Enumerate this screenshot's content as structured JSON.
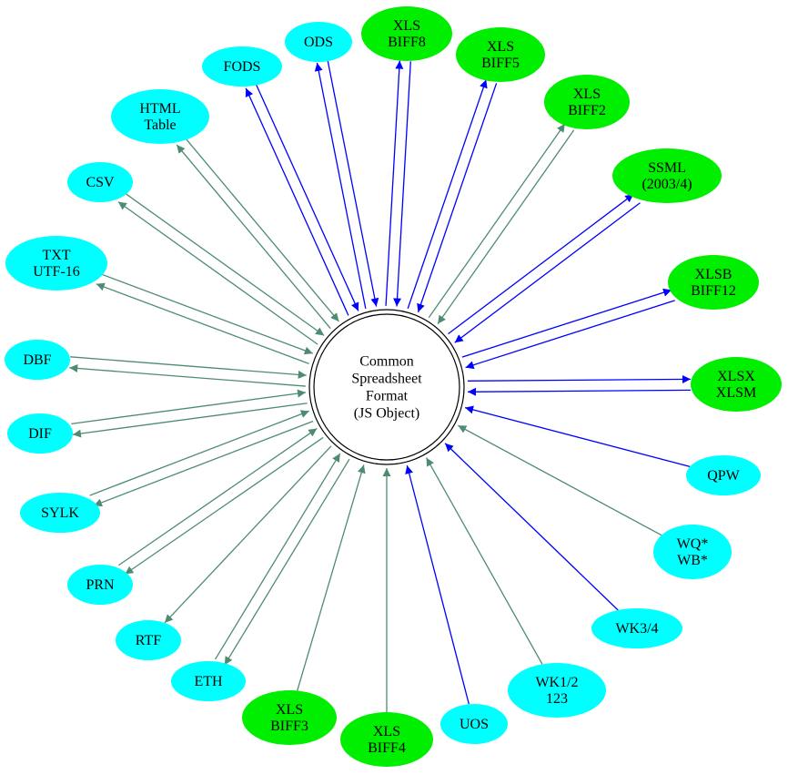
{
  "colors": {
    "cyan_node": "#00ffff",
    "green_node": "#00ee00",
    "edge_blue": "#0000ff",
    "edge_teal": "#4d8c70",
    "center_fill": "#ffffff",
    "text": "#000000"
  },
  "center": {
    "lines": [
      "Common",
      "Spreadsheet",
      "Format",
      "(JS Object)"
    ]
  },
  "nodes": [
    {
      "id": "fods",
      "lines": [
        "FODS"
      ],
      "color": "cyan",
      "direction": "both",
      "edge_color": "blue"
    },
    {
      "id": "ods",
      "lines": [
        "ODS"
      ],
      "color": "cyan",
      "direction": "both",
      "edge_color": "blue"
    },
    {
      "id": "xls-biff8",
      "lines": [
        "XLS",
        "BIFF8"
      ],
      "color": "green",
      "direction": "both",
      "edge_color": "blue"
    },
    {
      "id": "xls-biff5",
      "lines": [
        "XLS",
        "BIFF5"
      ],
      "color": "green",
      "direction": "both",
      "edge_color": "blue"
    },
    {
      "id": "xls-biff2",
      "lines": [
        "XLS",
        "BIFF2"
      ],
      "color": "green",
      "direction": "both",
      "edge_color": "teal"
    },
    {
      "id": "ssml",
      "lines": [
        "SSML",
        "(2003/4)"
      ],
      "color": "green",
      "direction": "both",
      "edge_color": "blue"
    },
    {
      "id": "xlsb",
      "lines": [
        "XLSB",
        "BIFF12"
      ],
      "color": "green",
      "direction": "both",
      "edge_color": "blue"
    },
    {
      "id": "xlsx",
      "lines": [
        "XLSX",
        "XLSM"
      ],
      "color": "green",
      "direction": "both",
      "edge_color": "blue"
    },
    {
      "id": "qpw",
      "lines": [
        "QPW"
      ],
      "color": "cyan",
      "direction": "read",
      "edge_color": "blue"
    },
    {
      "id": "wq-wb",
      "lines": [
        "WQ*",
        "WB*"
      ],
      "color": "cyan",
      "direction": "read",
      "edge_color": "teal"
    },
    {
      "id": "wk34",
      "lines": [
        "WK3/4"
      ],
      "color": "cyan",
      "direction": "read",
      "edge_color": "blue"
    },
    {
      "id": "wk12",
      "lines": [
        "WK1/2",
        "123"
      ],
      "color": "cyan",
      "direction": "read",
      "edge_color": "teal"
    },
    {
      "id": "uos",
      "lines": [
        "UOS"
      ],
      "color": "cyan",
      "direction": "read",
      "edge_color": "blue"
    },
    {
      "id": "xls-biff4",
      "lines": [
        "XLS",
        "BIFF4"
      ],
      "color": "green",
      "direction": "read",
      "edge_color": "teal"
    },
    {
      "id": "xls-biff3",
      "lines": [
        "XLS",
        "BIFF3"
      ],
      "color": "green",
      "direction": "read",
      "edge_color": "teal"
    },
    {
      "id": "eth",
      "lines": [
        "ETH"
      ],
      "color": "cyan",
      "direction": "both",
      "edge_color": "teal"
    },
    {
      "id": "rtf",
      "lines": [
        "RTF"
      ],
      "color": "cyan",
      "direction": "write",
      "edge_color": "teal"
    },
    {
      "id": "prn",
      "lines": [
        "PRN"
      ],
      "color": "cyan",
      "direction": "both",
      "edge_color": "teal"
    },
    {
      "id": "sylk",
      "lines": [
        "SYLK"
      ],
      "color": "cyan",
      "direction": "both",
      "edge_color": "teal"
    },
    {
      "id": "dif",
      "lines": [
        "DIF"
      ],
      "color": "cyan",
      "direction": "both",
      "edge_color": "teal"
    },
    {
      "id": "dbf",
      "lines": [
        "DBF"
      ],
      "color": "cyan",
      "direction": "both",
      "edge_color": "teal"
    },
    {
      "id": "txt-utf16",
      "lines": [
        "TXT",
        "UTF-16"
      ],
      "color": "cyan",
      "direction": "both",
      "edge_color": "teal"
    },
    {
      "id": "csv",
      "lines": [
        "CSV"
      ],
      "color": "cyan",
      "direction": "both",
      "edge_color": "teal"
    },
    {
      "id": "html-table",
      "lines": [
        "HTML",
        "Table"
      ],
      "color": "cyan",
      "direction": "both",
      "edge_color": "teal"
    }
  ]
}
